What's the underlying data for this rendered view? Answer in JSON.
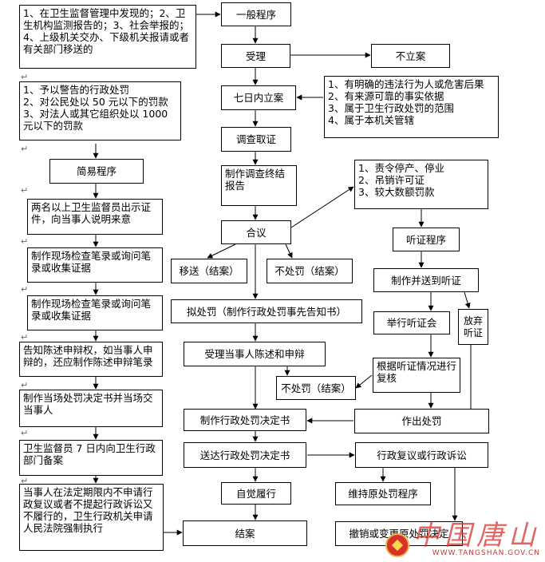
{
  "left_column": {
    "sources": "1、在卫生监督管理中发现的；2、卫生机构监测报告的；3、社会举报的；4、上级机关交办、下级机关报请或者有关部门移送的",
    "simple_scope": "1、予以警告的行政处罚\n2、对公民处以 50 元以下的罚款\n3、对法人或其它组织处以 1000 元以下的罚款",
    "simple_procedure": "简易程序",
    "step_identity": "两名以上卫生监督员出示证件，向当事人说明来意",
    "step_record_1": "制作现场检查笔录或询问笔录或收集证据",
    "step_record_2": "制作现场检查笔录或询问笔录或收集证据",
    "step_inform": "告知陈述申辩权，如当事人申辩的，还应制作陈述申辩笔录",
    "step_decision": "制作当场处罚决定书并当场交当事人",
    "step_filing": "卫生监督员 7 日内向卫生行政部门备案",
    "step_enforce": "当事人在法定期限内不申请行政复议或者不提起行政诉讼又不履行的，卫生行政机关申请人民法院强制执行"
  },
  "center_column": {
    "general_procedure": "一般程序",
    "accept": "受理",
    "register_7days": "七日内立案",
    "investigate": "调查取证",
    "final_report": "制作调查终结报告",
    "deliberate": "合议",
    "transfer": "移送（结案）",
    "no_penalty_1": "不处罚（结案）",
    "proposed_penalty": "拟处罚（制作行政处罚事先告知书）",
    "statement": "受理当事人陈述和申辩",
    "no_penalty_2": "不处罚（结案）",
    "penalty_decision": "制作行政处罚决定书",
    "deliver": "送达行政处罚决定书",
    "voluntary": "自觉履行",
    "close": "结案"
  },
  "right_column": {
    "not_registered": "不立案",
    "register_conditions": "1、有明确的违法行为人或危害后果\n2、有来源可靠的事实依据\n3、属于卫生行政处罚的范围\n4、属于本机关管辖",
    "hearing_scope": "1、责令停产、停业\n2、吊销许可证\n3、较大数额罚款",
    "hearing_procedure": "听证程序",
    "notify_hearing": "制作并送到听证",
    "hold_hearing": "举行听证会",
    "waive_hearing": "放弃听证",
    "review_by_hearing": "根据听证情况进行复核",
    "make_penalty": "作出处罚",
    "review_or_litigation": "行政复议或行政诉讼",
    "maintain": "维持原处罚程序",
    "revoke_or_change": "撤销或变更原处罚决定"
  },
  "watermark": {
    "name": "中国唐山",
    "url": "WWW.TANGSHAN.GOV.CN",
    "color": "#d9302b"
  }
}
